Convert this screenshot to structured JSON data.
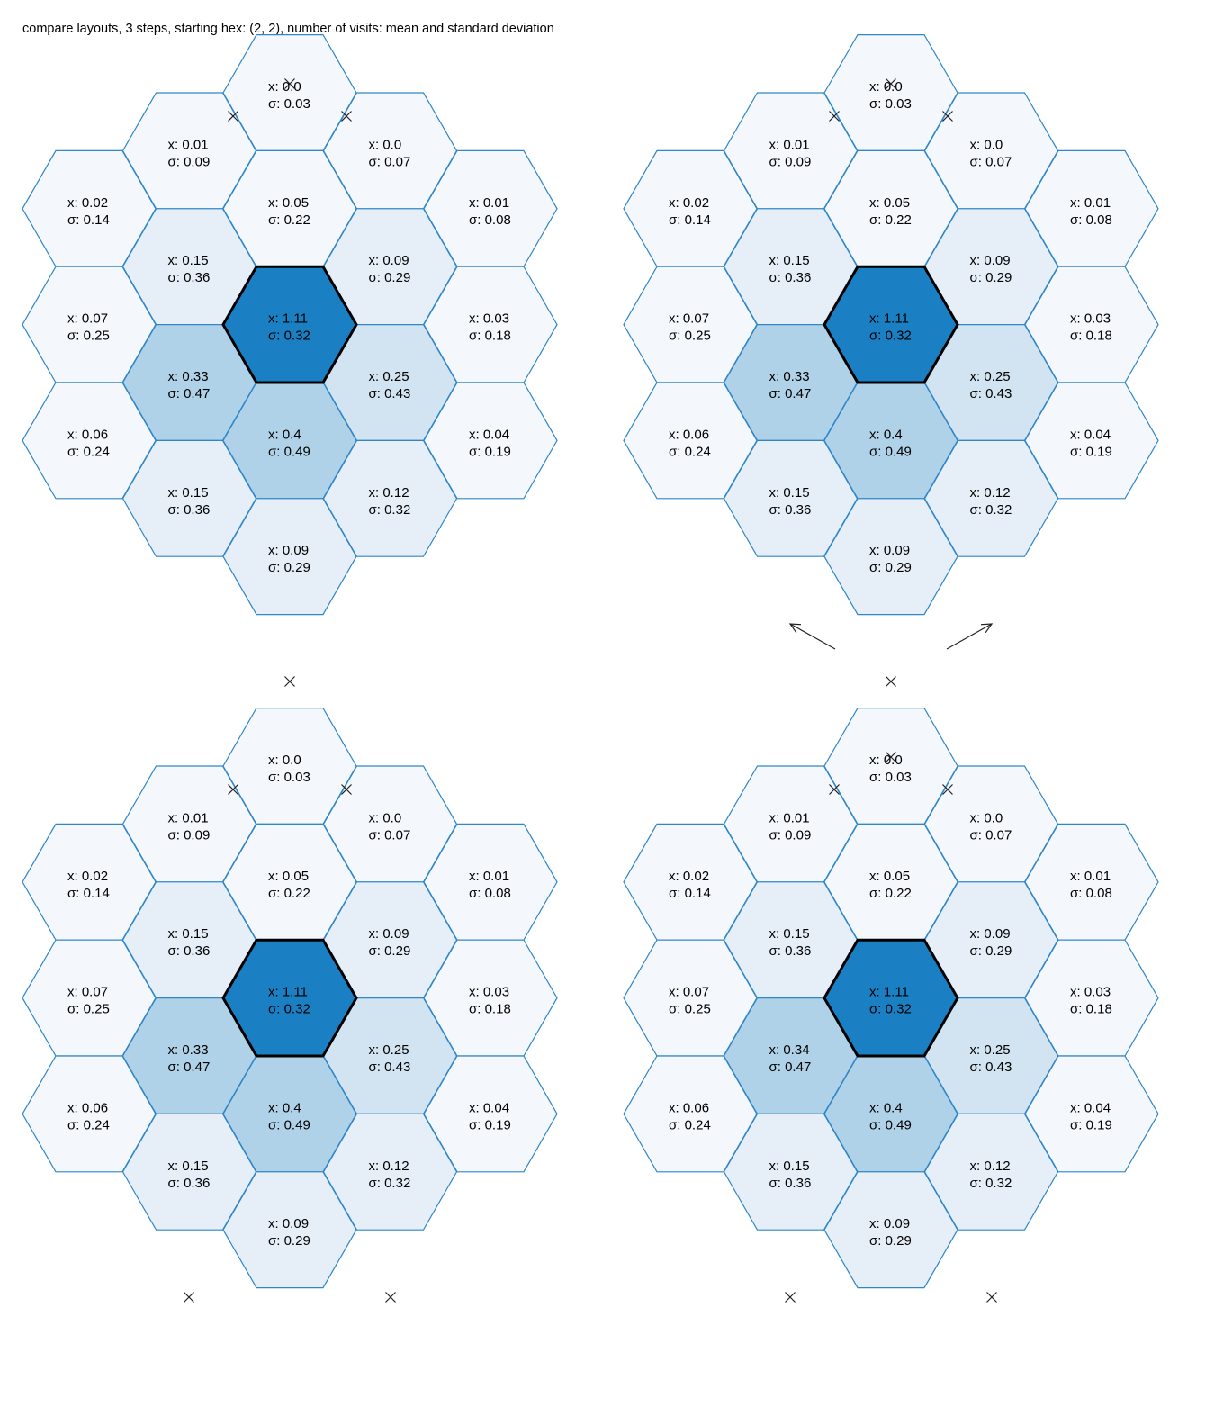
{
  "title": "compare layouts, 3 steps, starting hex: (2, 2), number of visits: mean and standard deviation",
  "colors": {
    "hex_border": "#2f86c8",
    "start_border": "#000000",
    "fill_scale": [
      "#f4f8fc",
      "#e6eff8",
      "#d2e4f1",
      "#b0d2e8",
      "#1b80c3"
    ]
  },
  "layouts": [
    {
      "title": "layout 1",
      "markers": [
        "top",
        "upper-left",
        "upper-right",
        "bottom"
      ],
      "arrows": [],
      "cells": [
        {
          "col": 0,
          "row": 0,
          "x": "0.02",
          "s": "0.14",
          "level": 0
        },
        {
          "col": 0,
          "row": 1,
          "x": "0.07",
          "s": "0.25",
          "level": 0
        },
        {
          "col": 0,
          "row": 2,
          "x": "0.06",
          "s": "0.24",
          "level": 0
        },
        {
          "col": 1,
          "row": 0,
          "x": "0.01",
          "s": "0.09",
          "level": 0
        },
        {
          "col": 1,
          "row": 1,
          "x": "0.15",
          "s": "0.36",
          "level": 1
        },
        {
          "col": 1,
          "row": 2,
          "x": "0.33",
          "s": "0.47",
          "level": 3
        },
        {
          "col": 1,
          "row": 3,
          "x": "0.15",
          "s": "0.36",
          "level": 1
        },
        {
          "col": 2,
          "row": 0,
          "x": "0.0",
          "s": "0.03",
          "level": 0
        },
        {
          "col": 2,
          "row": 1,
          "x": "0.05",
          "s": "0.22",
          "level": 0
        },
        {
          "col": 2,
          "row": 2,
          "x": "1.11",
          "s": "0.32",
          "level": 4,
          "start": true
        },
        {
          "col": 2,
          "row": 3,
          "x": "0.4",
          "s": "0.49",
          "level": 3
        },
        {
          "col": 2,
          "row": 4,
          "x": "0.09",
          "s": "0.29",
          "level": 1
        },
        {
          "col": 3,
          "row": 0,
          "x": "0.0",
          "s": "0.07",
          "level": 0
        },
        {
          "col": 3,
          "row": 1,
          "x": "0.09",
          "s": "0.29",
          "level": 1
        },
        {
          "col": 3,
          "row": 2,
          "x": "0.25",
          "s": "0.43",
          "level": 2
        },
        {
          "col": 3,
          "row": 3,
          "x": "0.12",
          "s": "0.32",
          "level": 1
        },
        {
          "col": 4,
          "row": 0,
          "x": "0.01",
          "s": "0.08",
          "level": 0
        },
        {
          "col": 4,
          "row": 1,
          "x": "0.03",
          "s": "0.18",
          "level": 0
        },
        {
          "col": 4,
          "row": 2,
          "x": "0.04",
          "s": "0.19",
          "level": 0
        }
      ]
    },
    {
      "title": "layout 2",
      "markers": [
        "top",
        "upper-left",
        "upper-right",
        "bottom"
      ],
      "arrows": [
        "bottom-left",
        "bottom-right"
      ],
      "cells": [
        {
          "col": 0,
          "row": 0,
          "x": "0.02",
          "s": "0.14",
          "level": 0
        },
        {
          "col": 0,
          "row": 1,
          "x": "0.07",
          "s": "0.25",
          "level": 0
        },
        {
          "col": 0,
          "row": 2,
          "x": "0.06",
          "s": "0.24",
          "level": 0
        },
        {
          "col": 1,
          "row": 0,
          "x": "0.01",
          "s": "0.09",
          "level": 0
        },
        {
          "col": 1,
          "row": 1,
          "x": "0.15",
          "s": "0.36",
          "level": 1
        },
        {
          "col": 1,
          "row": 2,
          "x": "0.33",
          "s": "0.47",
          "level": 3
        },
        {
          "col": 1,
          "row": 3,
          "x": "0.15",
          "s": "0.36",
          "level": 1
        },
        {
          "col": 2,
          "row": 0,
          "x": "0.0",
          "s": "0.03",
          "level": 0
        },
        {
          "col": 2,
          "row": 1,
          "x": "0.05",
          "s": "0.22",
          "level": 0
        },
        {
          "col": 2,
          "row": 2,
          "x": "1.11",
          "s": "0.32",
          "level": 4,
          "start": true
        },
        {
          "col": 2,
          "row": 3,
          "x": "0.4",
          "s": "0.49",
          "level": 3
        },
        {
          "col": 2,
          "row": 4,
          "x": "0.09",
          "s": "0.29",
          "level": 1
        },
        {
          "col": 3,
          "row": 0,
          "x": "0.0",
          "s": "0.07",
          "level": 0
        },
        {
          "col": 3,
          "row": 1,
          "x": "0.09",
          "s": "0.29",
          "level": 1
        },
        {
          "col": 3,
          "row": 2,
          "x": "0.25",
          "s": "0.43",
          "level": 2
        },
        {
          "col": 3,
          "row": 3,
          "x": "0.12",
          "s": "0.32",
          "level": 1
        },
        {
          "col": 4,
          "row": 0,
          "x": "0.01",
          "s": "0.08",
          "level": 0
        },
        {
          "col": 4,
          "row": 1,
          "x": "0.03",
          "s": "0.18",
          "level": 0
        },
        {
          "col": 4,
          "row": 2,
          "x": "0.04",
          "s": "0.19",
          "level": 0
        }
      ]
    },
    {
      "title": "layout 3",
      "markers": [
        "upper-left",
        "upper-right",
        "lower-left",
        "lower-right"
      ],
      "arrows": [],
      "cells": [
        {
          "col": 0,
          "row": 0,
          "x": "0.02",
          "s": "0.14",
          "level": 0
        },
        {
          "col": 0,
          "row": 1,
          "x": "0.07",
          "s": "0.25",
          "level": 0
        },
        {
          "col": 0,
          "row": 2,
          "x": "0.06",
          "s": "0.24",
          "level": 0
        },
        {
          "col": 1,
          "row": 0,
          "x": "0.01",
          "s": "0.09",
          "level": 0
        },
        {
          "col": 1,
          "row": 1,
          "x": "0.15",
          "s": "0.36",
          "level": 1
        },
        {
          "col": 1,
          "row": 2,
          "x": "0.33",
          "s": "0.47",
          "level": 3
        },
        {
          "col": 1,
          "row": 3,
          "x": "0.15",
          "s": "0.36",
          "level": 1
        },
        {
          "col": 2,
          "row": 0,
          "x": "0.0",
          "s": "0.03",
          "level": 0
        },
        {
          "col": 2,
          "row": 1,
          "x": "0.05",
          "s": "0.22",
          "level": 0
        },
        {
          "col": 2,
          "row": 2,
          "x": "1.11",
          "s": "0.32",
          "level": 4,
          "start": true
        },
        {
          "col": 2,
          "row": 3,
          "x": "0.4",
          "s": "0.49",
          "level": 3
        },
        {
          "col": 2,
          "row": 4,
          "x": "0.09",
          "s": "0.29",
          "level": 1
        },
        {
          "col": 3,
          "row": 0,
          "x": "0.0",
          "s": "0.07",
          "level": 0
        },
        {
          "col": 3,
          "row": 1,
          "x": "0.09",
          "s": "0.29",
          "level": 1
        },
        {
          "col": 3,
          "row": 2,
          "x": "0.25",
          "s": "0.43",
          "level": 2
        },
        {
          "col": 3,
          "row": 3,
          "x": "0.12",
          "s": "0.32",
          "level": 1
        },
        {
          "col": 4,
          "row": 0,
          "x": "0.01",
          "s": "0.08",
          "level": 0
        },
        {
          "col": 4,
          "row": 1,
          "x": "0.03",
          "s": "0.18",
          "level": 0
        },
        {
          "col": 4,
          "row": 2,
          "x": "0.04",
          "s": "0.19",
          "level": 0
        }
      ]
    },
    {
      "title": "layout 4",
      "markers": [
        "top",
        "upper-left",
        "upper-right",
        "lower-left",
        "lower-right"
      ],
      "arrows": [],
      "cells": [
        {
          "col": 0,
          "row": 0,
          "x": "0.02",
          "s": "0.14",
          "level": 0
        },
        {
          "col": 0,
          "row": 1,
          "x": "0.07",
          "s": "0.25",
          "level": 0
        },
        {
          "col": 0,
          "row": 2,
          "x": "0.06",
          "s": "0.24",
          "level": 0
        },
        {
          "col": 1,
          "row": 0,
          "x": "0.01",
          "s": "0.09",
          "level": 0
        },
        {
          "col": 1,
          "row": 1,
          "x": "0.15",
          "s": "0.36",
          "level": 1
        },
        {
          "col": 1,
          "row": 2,
          "x": "0.34",
          "s": "0.47",
          "level": 3
        },
        {
          "col": 1,
          "row": 3,
          "x": "0.15",
          "s": "0.36",
          "level": 1
        },
        {
          "col": 2,
          "row": 0,
          "x": "0.0",
          "s": "0.03",
          "level": 0
        },
        {
          "col": 2,
          "row": 1,
          "x": "0.05",
          "s": "0.22",
          "level": 0
        },
        {
          "col": 2,
          "row": 2,
          "x": "1.11",
          "s": "0.32",
          "level": 4,
          "start": true
        },
        {
          "col": 2,
          "row": 3,
          "x": "0.4",
          "s": "0.49",
          "level": 3
        },
        {
          "col": 2,
          "row": 4,
          "x": "0.09",
          "s": "0.29",
          "level": 1
        },
        {
          "col": 3,
          "row": 0,
          "x": "0.0",
          "s": "0.07",
          "level": 0
        },
        {
          "col": 3,
          "row": 1,
          "x": "0.09",
          "s": "0.29",
          "level": 1
        },
        {
          "col": 3,
          "row": 2,
          "x": "0.25",
          "s": "0.43",
          "level": 2
        },
        {
          "col": 3,
          "row": 3,
          "x": "0.12",
          "s": "0.32",
          "level": 1
        },
        {
          "col": 4,
          "row": 0,
          "x": "0.01",
          "s": "0.08",
          "level": 0
        },
        {
          "col": 4,
          "row": 1,
          "x": "0.03",
          "s": "0.18",
          "level": 0
        },
        {
          "col": 4,
          "row": 2,
          "x": "0.04",
          "s": "0.19",
          "level": 0
        }
      ]
    }
  ]
}
